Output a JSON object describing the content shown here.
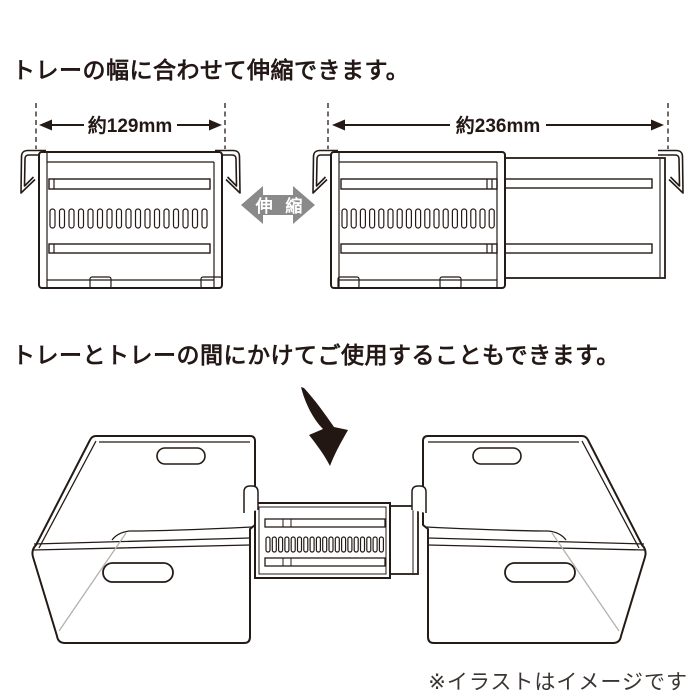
{
  "sections": {
    "stretch": {
      "heading": "トレーの幅に合わせて伸縮できます。",
      "compact_width_label": "約129mm",
      "extended_width_label": "約236mm",
      "stretch_arrow_label": "伸 縮",
      "arrow_color": "#8a8a8a"
    },
    "bridge": {
      "heading": "トレーとトレーの間にかけてご使用することもできます。"
    },
    "footer": {
      "note": "※イラストはイメージです"
    }
  },
  "illustrations": {
    "compact_tray": {
      "slit_count": 17
    },
    "extended_tray": {
      "slit_count": 17
    },
    "bridge_tray": {
      "slit_count": 19
    },
    "line_color": "#251b16",
    "interior_line_color": "#b5b0ac"
  }
}
